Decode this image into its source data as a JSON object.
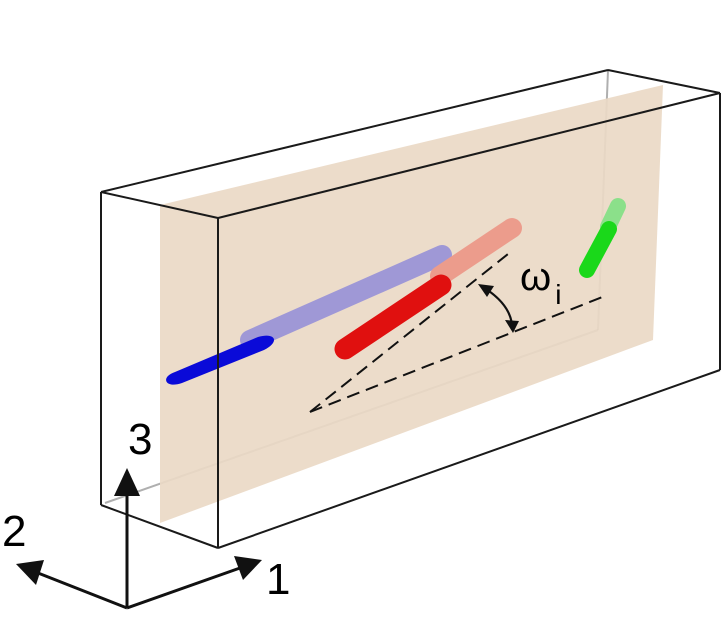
{
  "axes": {
    "axis_1_label": "1",
    "axis_2_label": "2",
    "axis_3_label": "3"
  },
  "angle": {
    "symbol": "ω",
    "subscript": "i"
  },
  "colors": {
    "plane": "#ead9c6",
    "box_edge": "#1a1a1a",
    "blue_rod": "#0a0ad8",
    "blue_rod_faded": "#9f98d6",
    "red_rod": "#e0100f",
    "red_rod_faded": "#ec9c8c",
    "green_rod": "#1ad81a",
    "green_rod_faded": "#8be08a"
  },
  "icons": [
    "double-headed-curved-arrow-icon"
  ]
}
